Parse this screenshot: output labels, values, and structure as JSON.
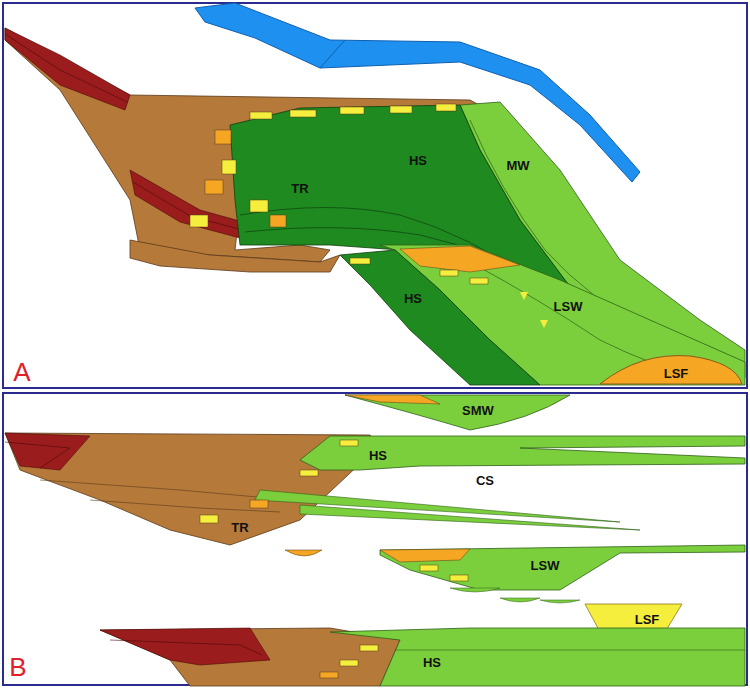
{
  "diagram": {
    "labels": [
      "A",
      "HS",
      "MW",
      "TR",
      "HS",
      "LSW",
      "LSF",
      "B",
      "SMW",
      "HS",
      "CS",
      "TR",
      "LSW",
      "LSF",
      "HS"
    ]
  }
}
